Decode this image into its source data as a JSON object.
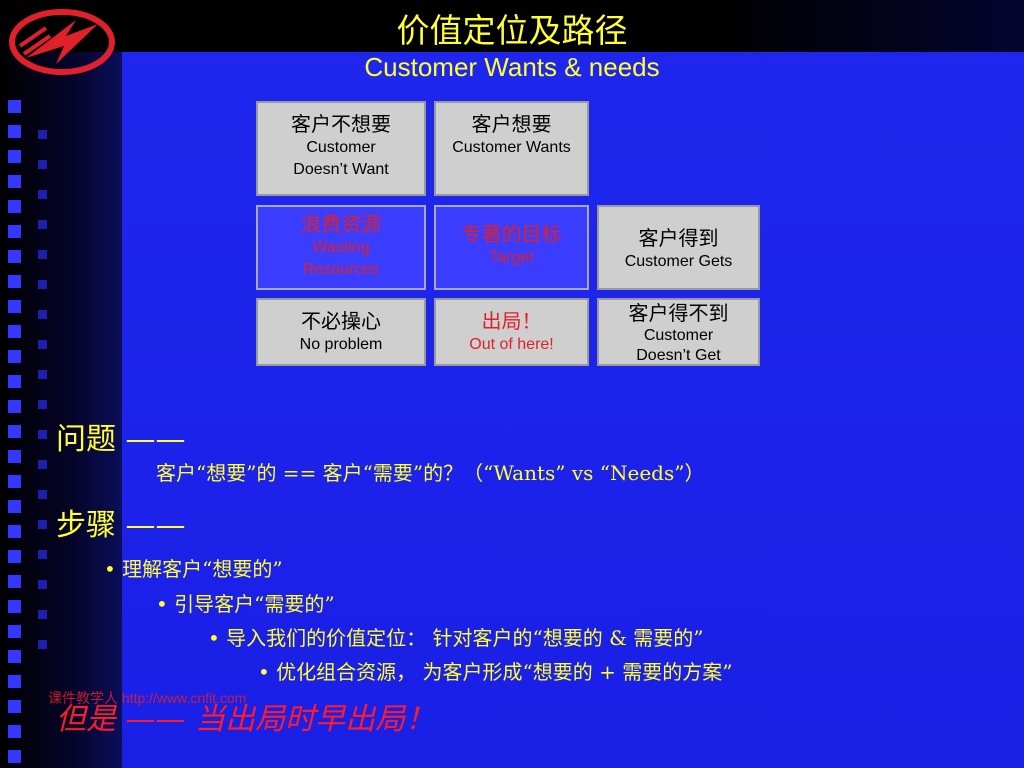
{
  "title": {
    "cn": "价值定位及路径",
    "en": "Customer Wants & needs"
  },
  "boxes": {
    "dont_want": {
      "cn": "客户不想要",
      "en1": "Customer",
      "en2": "Doesn’t Want"
    },
    "want": {
      "cn": "客户想要",
      "en": "Customer Wants"
    },
    "waste": {
      "cn": "浪费资源",
      "en1": "Wasting",
      "en2": "Resources"
    },
    "focus": {
      "cn": "专著的目标",
      "en": "Target"
    },
    "gets": {
      "cn": "客户得到",
      "en": "Customer Gets"
    },
    "no_problem": {
      "cn": "不必操心",
      "en": "No problem"
    },
    "out": {
      "cn": "出局！",
      "en": "Out of here!"
    },
    "not_get": {
      "cn": "客户得不到",
      "en1": "Customer",
      "en2": "Doesn’t Get"
    }
  },
  "question": {
    "head": "问题 ——",
    "body": "客户“想要”的 == 客户“需要”的？（“Wants” vs “Needs”）"
  },
  "steps": {
    "head": "步骤 ——",
    "b1": "• 理解客户“想要的”",
    "b2": "• 引导客户“需要的”",
    "b3": "• 导入我们的价值定位： 针对客户的“想要的 & 需要的”",
    "b4": "• 优化组合资源， 为客户形成“想要的 + 需要的方案”"
  },
  "footer": {
    "link": "课件教学人 http://www.cnfit.com",
    "text": "但是 —— 当出局时早出局！"
  },
  "colors": {
    "text_yellow": "#ffff33",
    "alert_red": "#e0202a",
    "box_grey": "#cfcfcf",
    "box_blue": "#3a3cff"
  }
}
